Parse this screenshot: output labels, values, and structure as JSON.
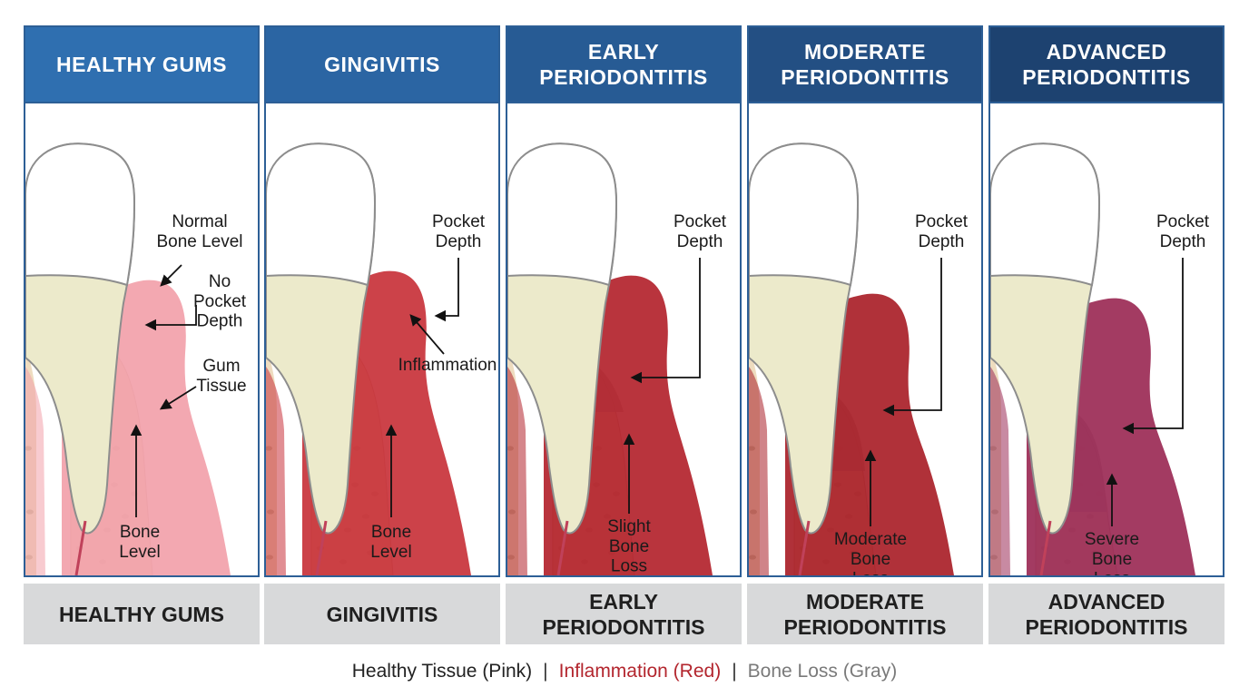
{
  "colors": {
    "header_blues": [
      "#2f6fb0",
      "#2b65a3",
      "#275b94",
      "#234f83",
      "#1d4270"
    ],
    "healthy_tissue": "#f29aa3",
    "inflammation": "#b3262e",
    "bone_loss": "#a7a7a7",
    "bone": "#eedcbf",
    "enamel": "#ffffff",
    "dentin": "#eceacb"
  },
  "panels": [
    {
      "title": "HEALTHY GUMS",
      "footer": "HEALTHY GUMS",
      "gum_color": "#f2a1aa",
      "labels": {
        "normal_bone_level": "Normal\nBone Level",
        "no_pocket_depth": "No\nPocket\nDepth",
        "gum_tissue": "Gum\nTissue",
        "bone_level": "Bone\nLevel"
      }
    },
    {
      "title": "GINGIVITIS",
      "footer": "GINGIVITIS",
      "gum_color": "#c8323a",
      "labels": {
        "pocket_depth": "Pocket\nDepth",
        "inflammation": "Inflammation",
        "bone_level": "Bone\nLevel"
      }
    },
    {
      "title": "EARLY\nPERIODONTITIS",
      "footer": "EARLY\nPERIODONTITIS",
      "gum_color": "#b3232c",
      "labels": {
        "pocket_depth": "Pocket\nDepth",
        "bone_loss": "Slight\nBone\nLoss"
      }
    },
    {
      "title": "MODERATE\nPERIODONTITIS",
      "footer": "MODERATE\nPERIODONTITIS",
      "gum_color": "#a91f28",
      "labels": {
        "pocket_depth": "Pocket\nDepth",
        "bone_loss": "Moderate\nBone\nLoss"
      }
    },
    {
      "title": "ADVANCED\nPERIODONTITIS",
      "footer": "ADVANCED\nPERIODONTITIS",
      "gum_color": "#9b2a55",
      "labels": {
        "pocket_depth": "Pocket\nDepth",
        "bone_loss": "Severe\nBone\nLoss"
      }
    }
  ],
  "legend": {
    "healthy": "Healthy Tissue (Pink)",
    "inflammation": "Inflammation (Red)",
    "bone_loss": "Bone Loss (Gray)",
    "separator": "|"
  }
}
